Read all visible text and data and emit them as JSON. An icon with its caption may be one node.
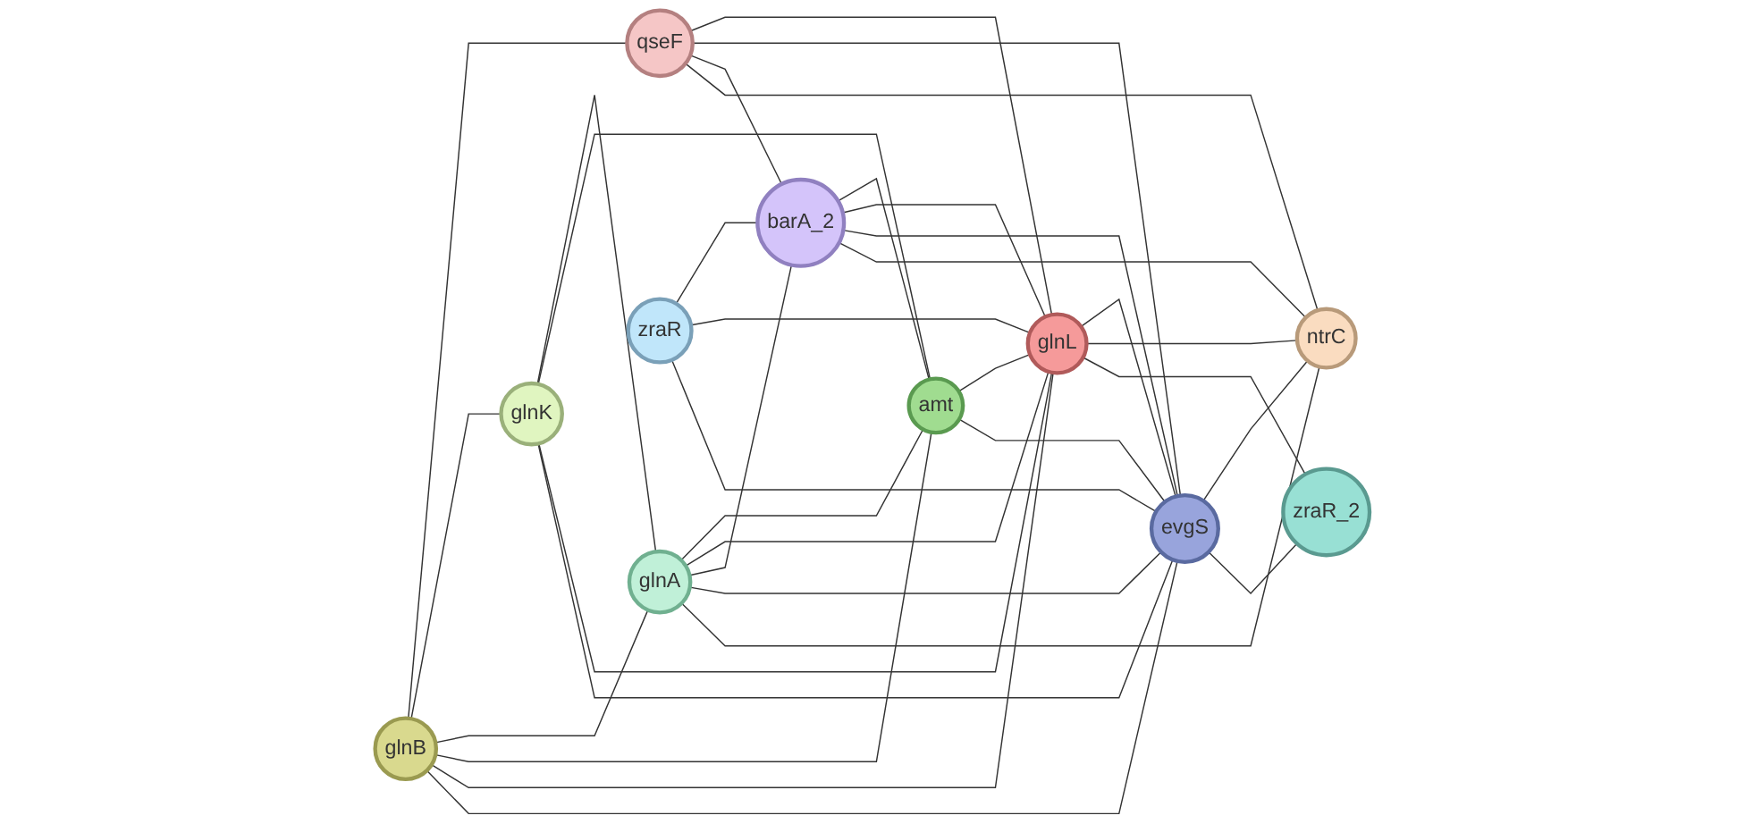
{
  "diagram": {
    "nodes": [
      {
        "text": [
          "glnB"
        ]
      },
      {
        "text": [
          "qseF"
        ]
      },
      {
        "text": [
          "glnK"
        ]
      },
      {
        "text": [
          "glnA"
        ]
      },
      {
        "text": [
          "zraR"
        ]
      },
      {
        "text": [
          "barA_2"
        ]
      },
      {
        "text": [
          "amt"
        ]
      },
      {
        "text": [
          "glnL"
        ]
      },
      {
        "text": [
          "evgS"
        ]
      },
      {
        "text": [
          "ntrC"
        ]
      },
      {
        "text": [
          "zraR_2"
        ]
      }
    ],
    "edges": [
      {
        "from": 0,
        "to": 1,
        "arrow": "none"
      },
      {
        "from": 0,
        "to": 2,
        "arrow": "none"
      },
      {
        "from": 0,
        "to": 3,
        "arrow": "none"
      },
      {
        "from": 0,
        "to": 6,
        "arrow": "none"
      },
      {
        "from": 0,
        "to": 7,
        "arrow": "none"
      },
      {
        "from": 0,
        "to": 8,
        "arrow": "none"
      },
      {
        "from": 1,
        "to": 7,
        "arrow": "none"
      },
      {
        "from": 1,
        "to": 8,
        "arrow": "none"
      },
      {
        "from": 1,
        "to": 5,
        "arrow": "none"
      },
      {
        "from": 1,
        "to": 9,
        "arrow": "none"
      },
      {
        "from": 2,
        "to": 3,
        "arrow": "none"
      },
      {
        "from": 2,
        "to": 6,
        "arrow": "none"
      },
      {
        "from": 2,
        "to": 7,
        "arrow": "none"
      },
      {
        "from": 2,
        "to": 8,
        "arrow": "none"
      },
      {
        "from": 3,
        "to": 6,
        "arrow": "none"
      },
      {
        "from": 3,
        "to": 7,
        "arrow": "none"
      },
      {
        "from": 3,
        "to": 5,
        "arrow": "none"
      },
      {
        "from": 3,
        "to": 8,
        "arrow": "none"
      },
      {
        "from": 3,
        "to": 9,
        "arrow": "none"
      },
      {
        "from": 4,
        "to": 5,
        "arrow": "none"
      },
      {
        "from": 4,
        "to": 7,
        "arrow": "none"
      },
      {
        "from": 4,
        "to": 8,
        "arrow": "none"
      },
      {
        "from": 5,
        "to": 6,
        "arrow": "none"
      },
      {
        "from": 5,
        "to": 7,
        "arrow": "none"
      },
      {
        "from": 5,
        "to": 8,
        "arrow": "none"
      },
      {
        "from": 5,
        "to": 9,
        "arrow": "none"
      },
      {
        "from": 6,
        "to": 7,
        "arrow": "none"
      },
      {
        "from": 6,
        "to": 8,
        "arrow": "none"
      },
      {
        "from": 7,
        "to": 8,
        "arrow": "none"
      },
      {
        "from": 7,
        "to": 9,
        "arrow": "none"
      },
      {
        "from": 7,
        "to": 10,
        "arrow": "none"
      },
      {
        "from": 8,
        "to": 9,
        "arrow": "none"
      },
      {
        "from": 8,
        "to": 10,
        "arrow": "none"
      }
    ]
  }
}
